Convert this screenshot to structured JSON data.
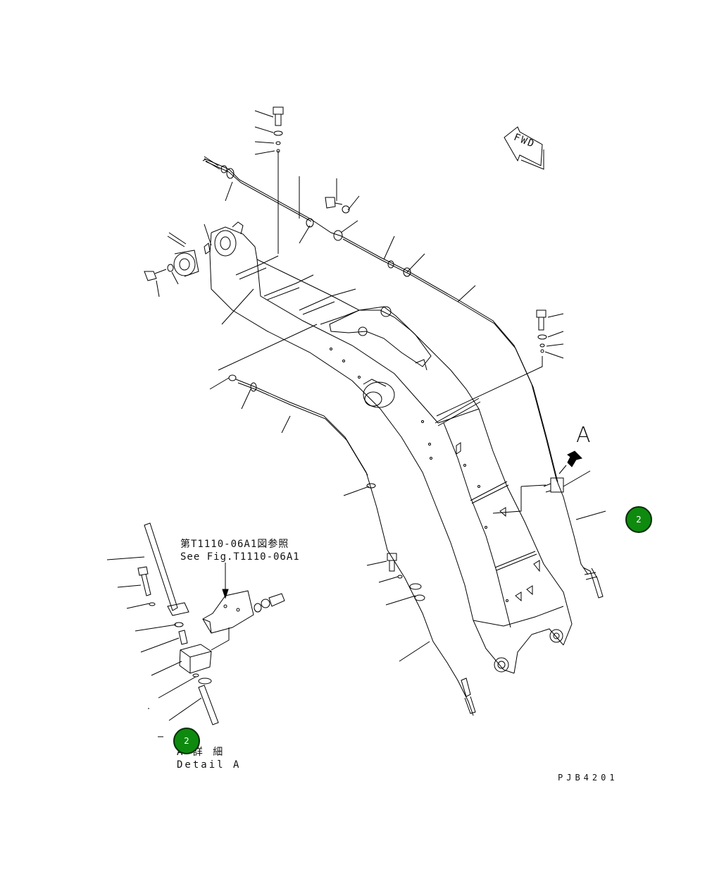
{
  "fwd_label": "FWD",
  "view_arrow_label": "A",
  "reference_note": {
    "jp": "第T1110-06A1図参照",
    "en": "See Fig.T1110-06A1"
  },
  "detail_caption": {
    "jp": "A 詳 細",
    "en": "Detail A"
  },
  "drawing_code": "PJB4201",
  "markers": [
    {
      "label": "2"
    },
    {
      "label": "2"
    }
  ],
  "colors": {
    "line": "#000000",
    "marker_fill": "#0e8a0e",
    "marker_border": "#062e06"
  }
}
